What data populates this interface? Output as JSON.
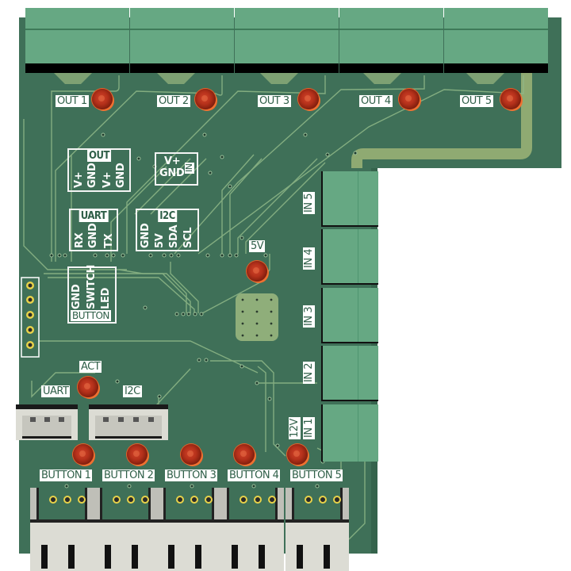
{
  "board": {
    "title": "PCB 3D render",
    "colors": {
      "substrate": "#3f7058",
      "trace": "#8fb888",
      "terminal": "#66a883",
      "silkscreen": "#ffffff",
      "led": "#b3301a",
      "copper_pad": "#8fae7a"
    }
  },
  "outputs": [
    {
      "label": "OUT 1"
    },
    {
      "label": "OUT 2"
    },
    {
      "label": "OUT 3"
    },
    {
      "label": "OUT 4"
    },
    {
      "label": "OUT 5"
    }
  ],
  "inputs": [
    {
      "label": "IN 5"
    },
    {
      "label": "IN 4"
    },
    {
      "label": "IN 3"
    },
    {
      "label": "IN 2"
    },
    {
      "label": "IN 1"
    }
  ],
  "input_extra_label": "12V",
  "legend_boxes": {
    "out": {
      "title": "OUT",
      "pins": [
        "V+",
        "GND",
        "V+",
        "GND"
      ]
    },
    "in": {
      "title": "IN",
      "pins": [
        "V+",
        "GND"
      ]
    },
    "uart": {
      "title": "UART",
      "pins": [
        "RX",
        "GND",
        "TX"
      ]
    },
    "i2c": {
      "title": "I2C",
      "pins": [
        "GND",
        "5V",
        "SDA",
        "SCL"
      ]
    },
    "button": {
      "title": "BUTTON",
      "pins": [
        "GND",
        "SWITCH",
        "LED"
      ]
    }
  },
  "power_led_label": "5V",
  "act_led_label": "ACT",
  "connectors": {
    "uart_label": "UART",
    "i2c_label": "I2C"
  },
  "buttons": [
    {
      "label": "BUTTON 1"
    },
    {
      "label": "BUTTON 2"
    },
    {
      "label": "BUTTON 3"
    },
    {
      "label": "BUTTON 4"
    },
    {
      "label": "BUTTON 5"
    }
  ]
}
